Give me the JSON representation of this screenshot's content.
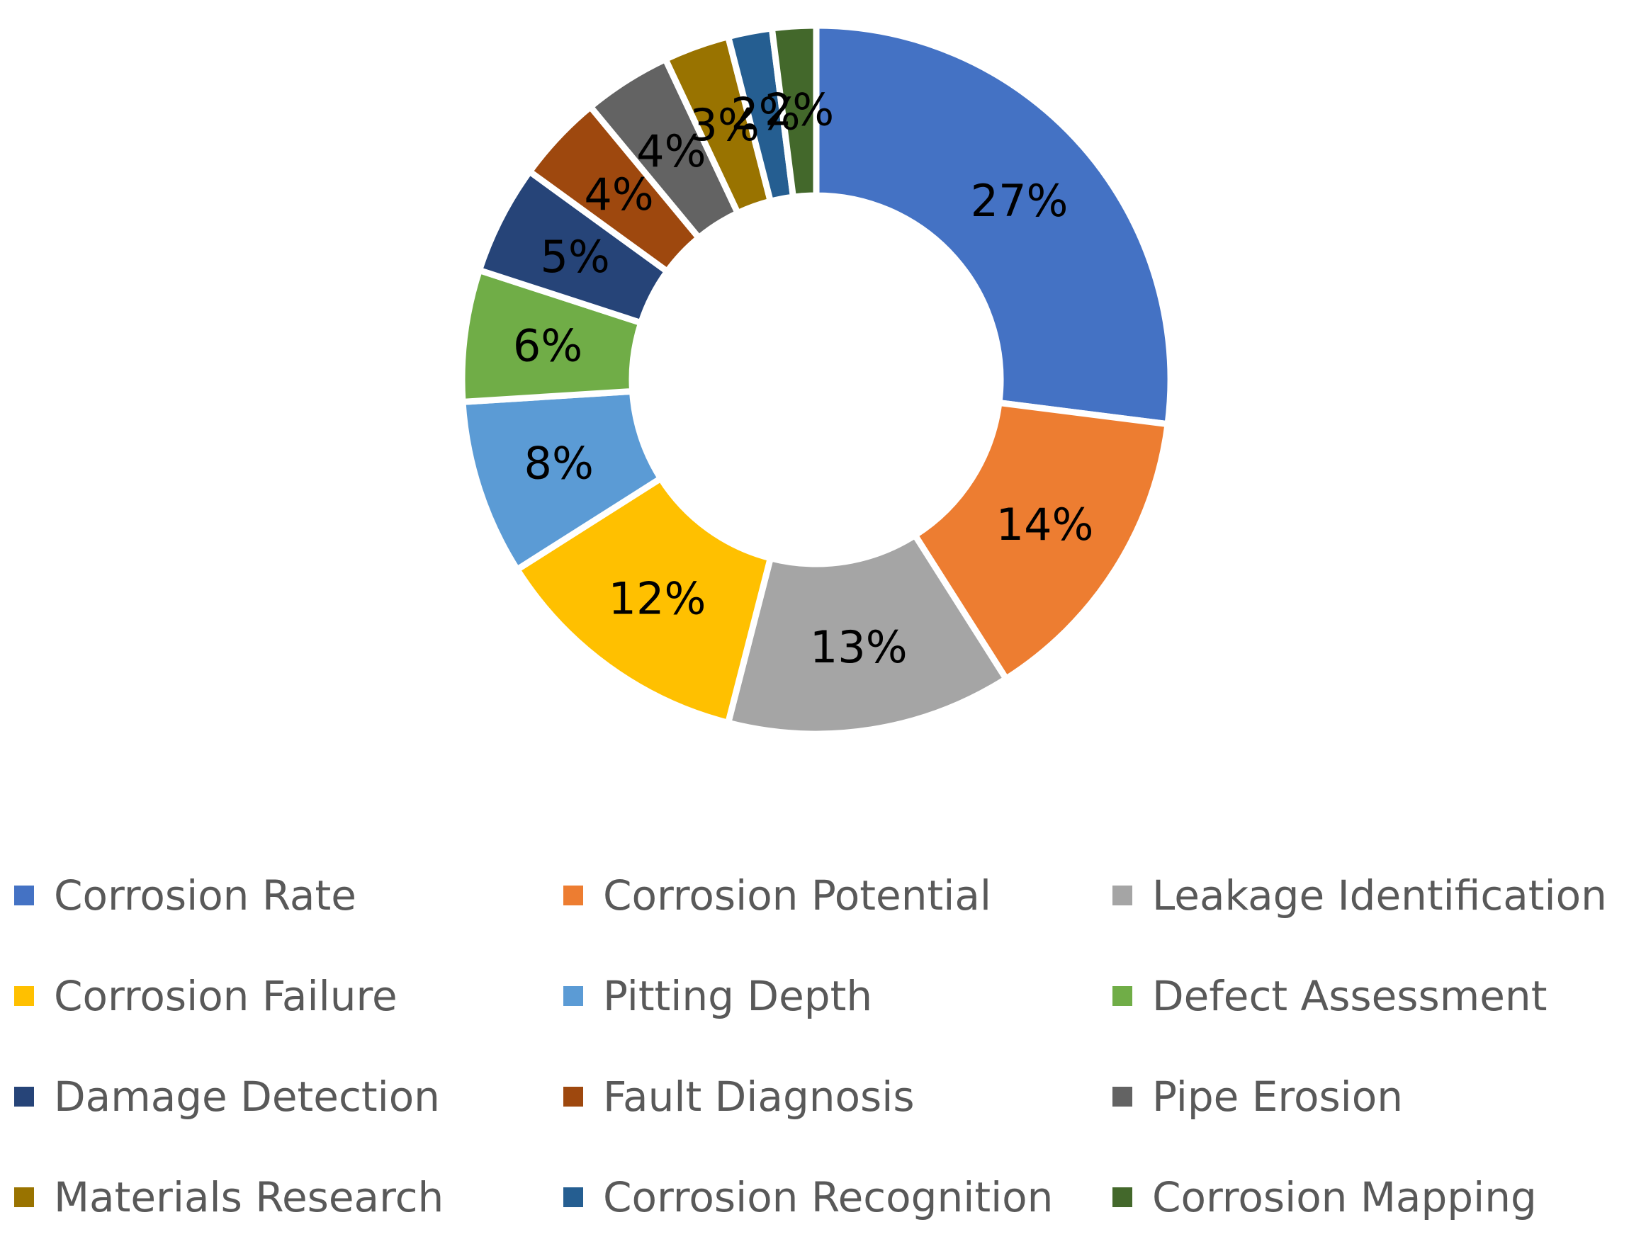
{
  "chart_data": {
    "type": "doughnut",
    "title": "",
    "series": [
      {
        "slices": [
          {
            "label": "Corrosion Rate",
            "value": 27,
            "display": "27%",
            "color": "#4472C4"
          },
          {
            "label": "Corrosion Potential",
            "value": 14,
            "display": "14%",
            "color": "#ED7D31"
          },
          {
            "label": "Leakage Identification",
            "value": 13,
            "display": "13%",
            "color": "#A5A5A5"
          },
          {
            "label": "Corrosion Failure",
            "value": 12,
            "display": "12%",
            "color": "#FFC000"
          },
          {
            "label": "Pitting Depth",
            "value": 8,
            "display": "8%",
            "color": "#5B9BD5"
          },
          {
            "label": "Defect Assessment",
            "value": 6,
            "display": "6%",
            "color": "#70AD47"
          },
          {
            "label": "Damage Detection",
            "value": 5,
            "display": "5%",
            "color": "#264478"
          },
          {
            "label": "Fault Diagnosis",
            "value": 4,
            "display": "4%",
            "color": "#9E480E"
          },
          {
            "label": "Pipe Erosion",
            "value": 4,
            "display": "4%",
            "color": "#636363"
          },
          {
            "label": "Materials Research",
            "value": 3,
            "display": "3%",
            "color": "#997300"
          },
          {
            "label": "Corrosion Recognition",
            "value": 2,
            "display": "2%",
            "color": "#255E91"
          },
          {
            "label": "Corrosion Mapping",
            "value": 2,
            "display": "2%",
            "color": "#43682B"
          }
        ]
      }
    ],
    "legend_position": "bottom"
  }
}
